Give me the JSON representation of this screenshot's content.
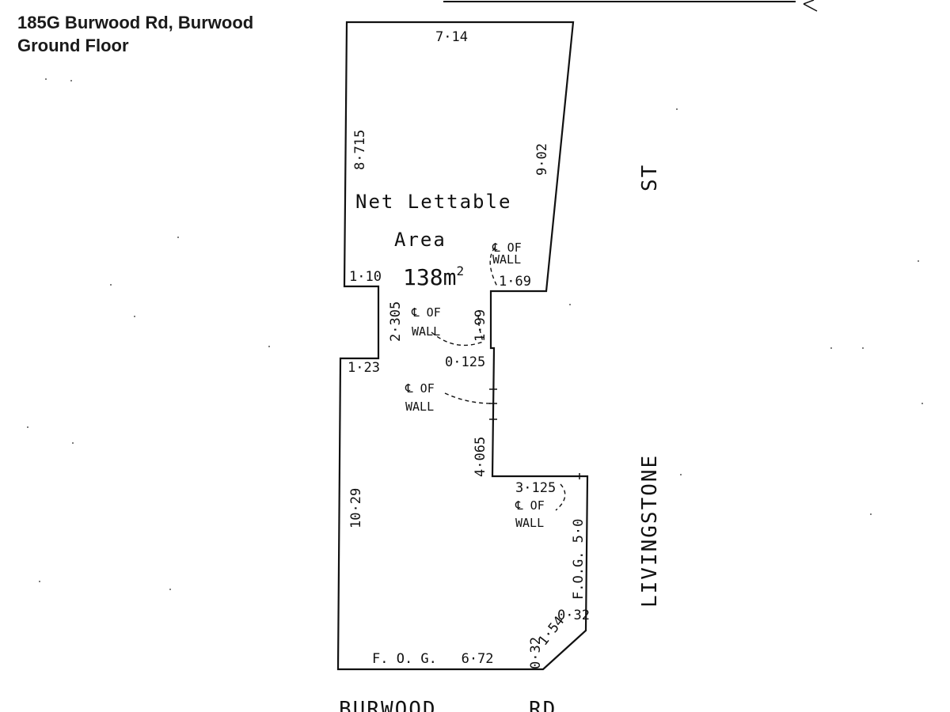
{
  "header": {
    "address": "185G Burwood Rd, Burwood",
    "floor": "Ground Floor"
  },
  "plan": {
    "label_line1": "Net Lettable",
    "label_line2": "Area",
    "area_value": "138m",
    "area_sup": "2",
    "centreline_line1": "℄ OF",
    "centreline_line2": "WALL",
    "dimensions": {
      "top": "7·14",
      "left_upper": "8·715",
      "right_upper": "9·02",
      "step_left": "1·10",
      "step_right": "1·69",
      "notch_left": "2·305",
      "notch_right": "1·99",
      "lower_left_top": "1·23",
      "mid_ledge": "0·125",
      "mid_right": "4·065",
      "lower_left": "10·29",
      "lower_step": "3·125",
      "fog_right": "F.O.G. 5·0",
      "corner_right": "0·32",
      "corner_diag": "1·54",
      "corner_bottom": "0·32",
      "bottom": "F. O. G.   6·72"
    }
  },
  "streets": {
    "right_street_a": "LIVINGSTONE",
    "right_street_b": "ST",
    "bottom_street_a": "BURWOOD",
    "bottom_street_b": "RD"
  },
  "colors": {
    "ink": "#111111",
    "title": "#1a1a1a"
  }
}
